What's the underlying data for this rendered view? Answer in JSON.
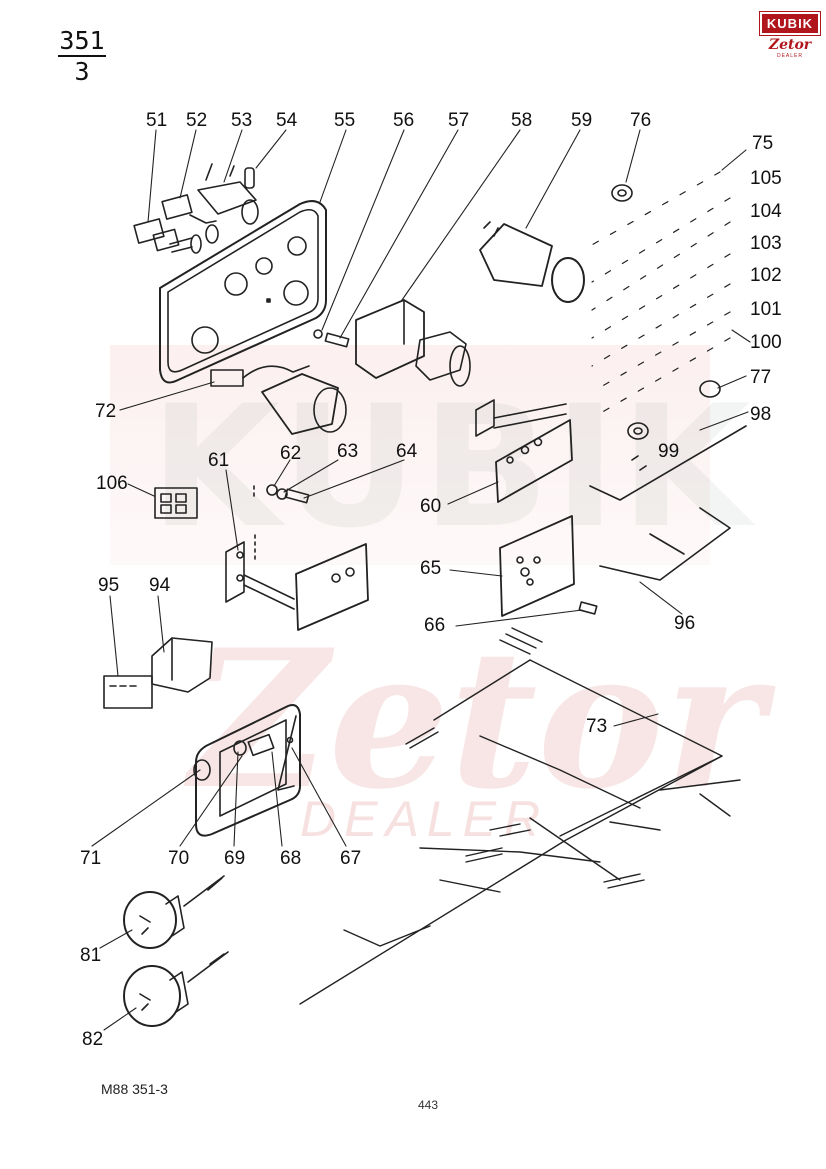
{
  "sheet": {
    "number_top": "351",
    "number_bottom": "3"
  },
  "logo": {
    "brand": "KUBIK",
    "sub": "Zetor",
    "dealer": "DEALER"
  },
  "watermark": {
    "brand": "KUBIK",
    "zetor": "Zetor",
    "dealer": "DEALER"
  },
  "colors": {
    "watermark_red": "#b0161c",
    "line": "#222222"
  },
  "callouts": [
    {
      "key": "51",
      "text": "51"
    },
    {
      "key": "52",
      "text": "52"
    },
    {
      "key": "53",
      "text": "53"
    },
    {
      "key": "54",
      "text": "54"
    },
    {
      "key": "55",
      "text": "55"
    },
    {
      "key": "56",
      "text": "56"
    },
    {
      "key": "57",
      "text": "57"
    },
    {
      "key": "58",
      "text": "58"
    },
    {
      "key": "59",
      "text": "59"
    },
    {
      "key": "76",
      "text": "76"
    },
    {
      "key": "75",
      "text": "75"
    },
    {
      "key": "105",
      "text": "105"
    },
    {
      "key": "104",
      "text": "104"
    },
    {
      "key": "103",
      "text": "103"
    },
    {
      "key": "102",
      "text": "102"
    },
    {
      "key": "101",
      "text": "101"
    },
    {
      "key": "100",
      "text": "100"
    },
    {
      "key": "77",
      "text": "77"
    },
    {
      "key": "98",
      "text": "98"
    },
    {
      "key": "99",
      "text": "99"
    },
    {
      "key": "72",
      "text": "72"
    },
    {
      "key": "106",
      "text": "106"
    },
    {
      "key": "61",
      "text": "61"
    },
    {
      "key": "62",
      "text": "62"
    },
    {
      "key": "63",
      "text": "63"
    },
    {
      "key": "64",
      "text": "64"
    },
    {
      "key": "60",
      "text": "60"
    },
    {
      "key": "65",
      "text": "65"
    },
    {
      "key": "66",
      "text": "66"
    },
    {
      "key": "96",
      "text": "96"
    },
    {
      "key": "95",
      "text": "95"
    },
    {
      "key": "94",
      "text": "94"
    },
    {
      "key": "73",
      "text": "73"
    },
    {
      "key": "71",
      "text": "71"
    },
    {
      "key": "70",
      "text": "70"
    },
    {
      "key": "69",
      "text": "69"
    },
    {
      "key": "68",
      "text": "68"
    },
    {
      "key": "67",
      "text": "67"
    },
    {
      "key": "81",
      "text": "81"
    },
    {
      "key": "82",
      "text": "82"
    }
  ],
  "footer": {
    "code": "M88   351-3",
    "page": "443"
  }
}
